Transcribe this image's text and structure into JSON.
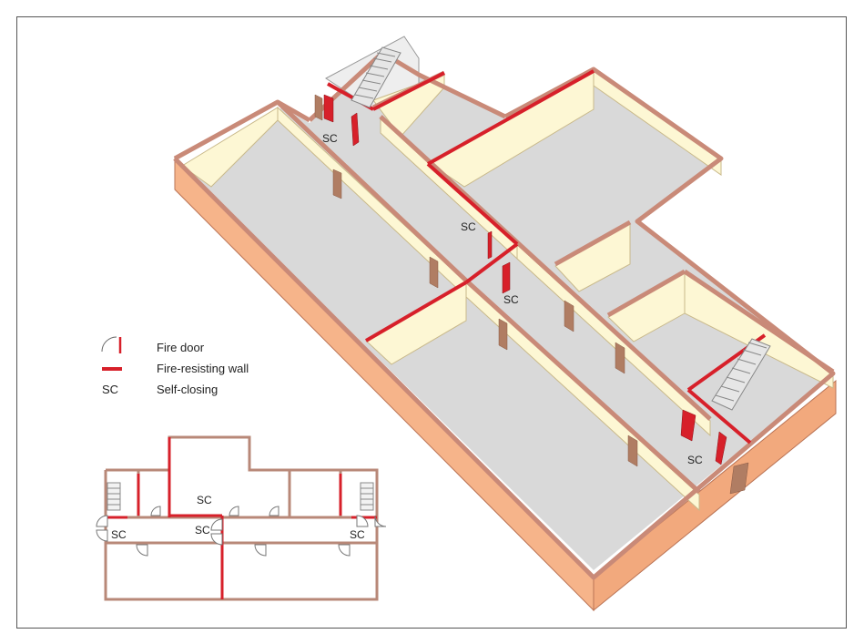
{
  "legend": {
    "fire_door": "Fire door",
    "fire_wall": "Fire-resisting wall",
    "sc_code": "SC",
    "sc_text": "Self-closing"
  },
  "labels": {
    "sc": "SC"
  },
  "colors": {
    "fire_red": "#d7202a",
    "wall_top": "#c98a78",
    "wall_inner": "#fdf7d4",
    "floor": "#d9d9d9",
    "outer_wall": "#f6b48a",
    "door": "#b07d63"
  }
}
